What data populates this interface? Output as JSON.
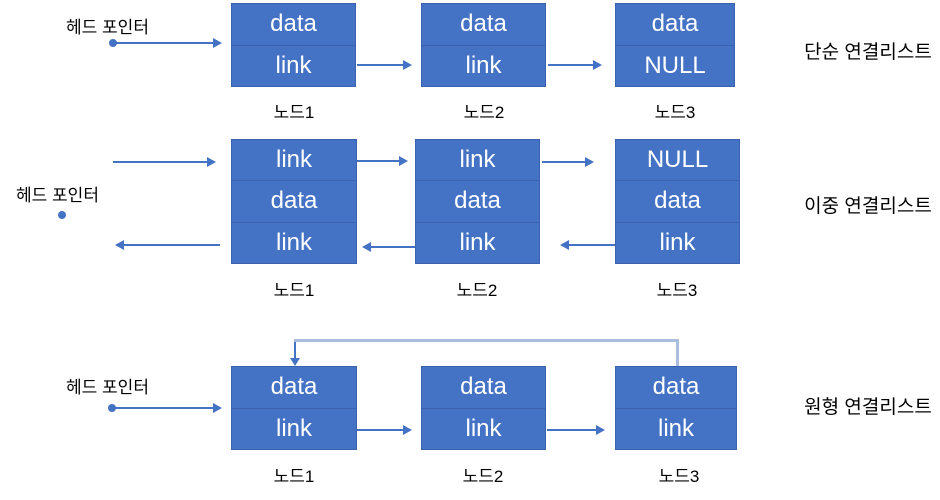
{
  "colors": {
    "background": "#ffffff",
    "node_fill": "#4472C4",
    "node_border": "#3A62AE",
    "cell_text": "#ffffff",
    "label_text": "#000000",
    "arrow": "#4472C4",
    "loop_line": "#A9BDDF"
  },
  "sections": [
    {
      "id": "singly",
      "head_label": "헤드 포인터",
      "title": "단순 연결리스트",
      "nodes": [
        {
          "label": "노드1",
          "cells": [
            "data",
            "link"
          ]
        },
        {
          "label": "노드2",
          "cells": [
            "data",
            "link"
          ]
        },
        {
          "label": "노드3",
          "cells": [
            "data",
            "NULL"
          ]
        }
      ]
    },
    {
      "id": "doubly",
      "head_label": "헤드 포인터",
      "title": "이중 연결리스트",
      "nodes": [
        {
          "label": "노드1",
          "cells": [
            "link",
            "data",
            "link"
          ]
        },
        {
          "label": "노드2",
          "cells": [
            "link",
            "data",
            "link"
          ]
        },
        {
          "label": "노드3",
          "cells": [
            "NULL",
            "data",
            "link"
          ]
        }
      ]
    },
    {
      "id": "circular",
      "head_label": "헤드 포인터",
      "title": "원형 연결리스트",
      "nodes": [
        {
          "label": "노드1",
          "cells": [
            "data",
            "link"
          ]
        },
        {
          "label": "노드2",
          "cells": [
            "data",
            "link"
          ]
        },
        {
          "label": "노드3",
          "cells": [
            "data",
            "link"
          ]
        }
      ]
    }
  ]
}
